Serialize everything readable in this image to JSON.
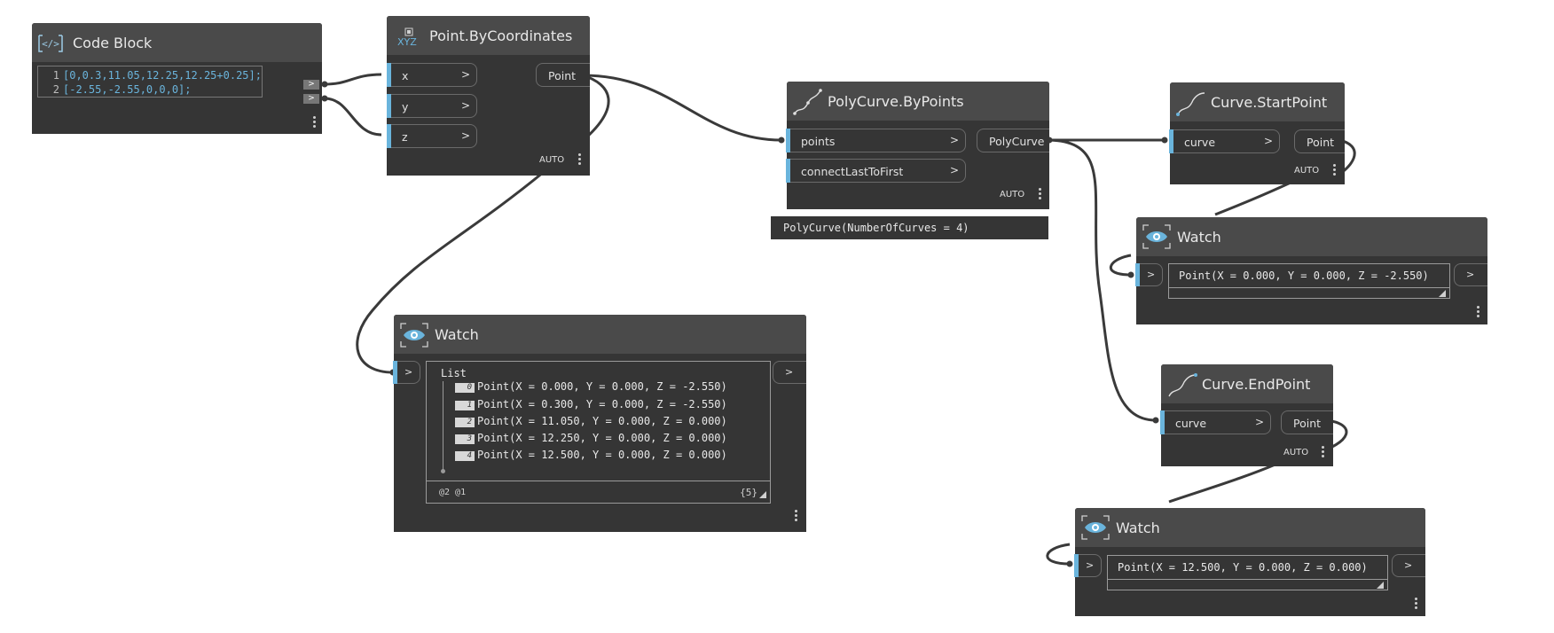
{
  "colors": {
    "wire": "#3a3a3a",
    "port_accent": "#6ab4dc",
    "node_body": "#353535",
    "node_header": "#4a4a4a"
  },
  "code_block": {
    "title": "Code Block",
    "icon": "code-block-icon",
    "lines": [
      {
        "num": "1",
        "text": "[0,0.3,11.05,12.25,12.25+0.25];"
      },
      {
        "num": "2",
        "text": "[-2.55,-2.55,0,0,0];"
      }
    ],
    "outputs": [
      ">",
      ">"
    ]
  },
  "point_by_coords": {
    "title": "Point.ByCoordinates",
    "icon_label": "XYZ",
    "inputs": [
      "x",
      "y",
      "z"
    ],
    "input_chevron": ">",
    "output": "Point",
    "lacing": "AUTO"
  },
  "polycurve": {
    "title": "PolyCurve.ByPoints",
    "inputs": [
      "points",
      "connectLastToFirst"
    ],
    "input_chevron": ">",
    "output": "PolyCurve",
    "lacing": "AUTO",
    "preview": "PolyCurve(NumberOfCurves = 4)"
  },
  "start_point": {
    "title": "Curve.StartPoint",
    "input": "curve",
    "input_chevron": ">",
    "output": "Point",
    "lacing": "AUTO"
  },
  "end_point": {
    "title": "Curve.EndPoint",
    "input": "curve",
    "input_chevron": ">",
    "output": "Point",
    "lacing": "AUTO"
  },
  "watch_list": {
    "title": "Watch",
    "in": ">",
    "out": ">",
    "list_label": "List",
    "items": [
      {
        "index": "0",
        "text": "Point(X = 0.000, Y = 0.000, Z = -2.550)"
      },
      {
        "index": "1",
        "text": "Point(X = 0.300, Y = 0.000, Z = -2.550)"
      },
      {
        "index": "2",
        "text": "Point(X = 11.050, Y = 0.000, Z = 0.000)"
      },
      {
        "index": "3",
        "text": "Point(X = 12.250, Y = 0.000, Z = 0.000)"
      },
      {
        "index": "4",
        "text": "Point(X = 12.500, Y = 0.000, Z = 0.000)"
      }
    ],
    "levels": "@2 @1",
    "count": "{5}"
  },
  "watch_start": {
    "title": "Watch",
    "in": ">",
    "out": ">",
    "value": "Point(X = 0.000, Y = 0.000, Z = -2.550)"
  },
  "watch_end": {
    "title": "Watch",
    "in": ">",
    "out": ">",
    "value": "Point(X = 12.500, Y = 0.000, Z = 0.000)"
  }
}
